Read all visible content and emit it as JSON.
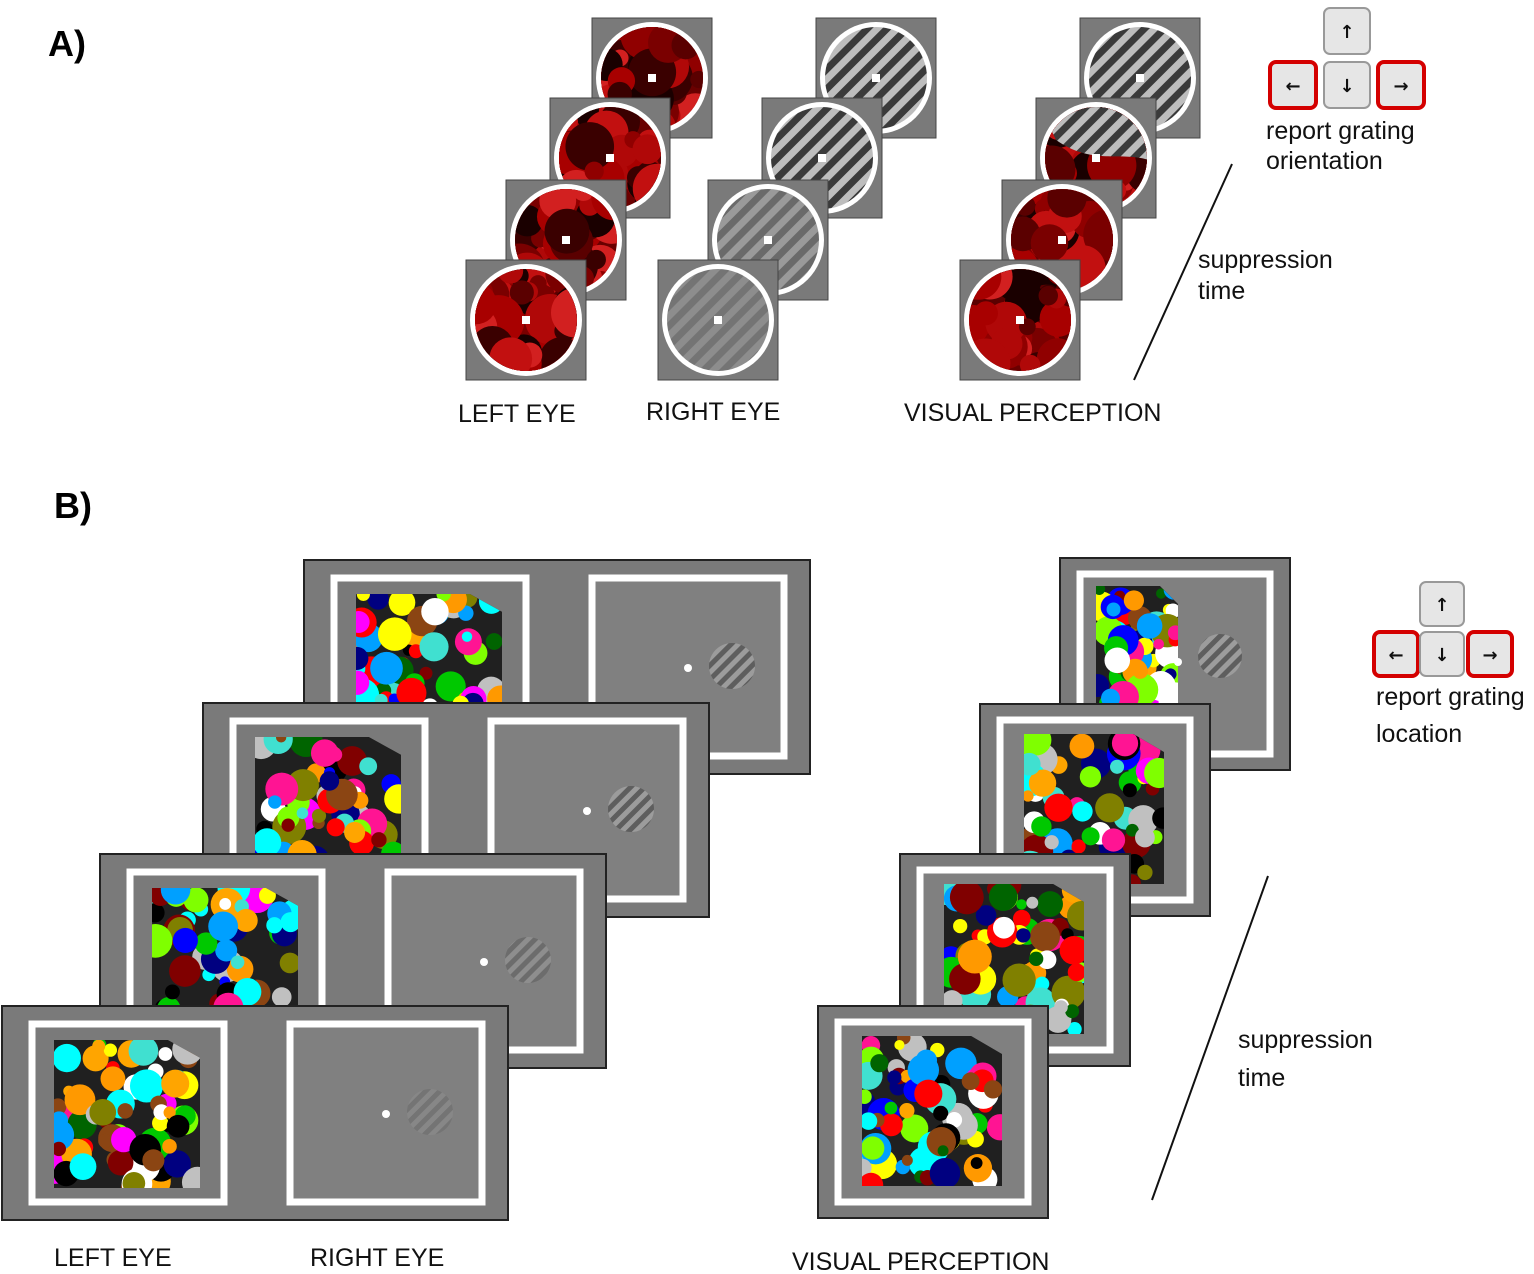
{
  "panel_a": {
    "letter": "A)",
    "captions": {
      "left_eye": "LEFT EYE",
      "right_eye": "RIGHT EYE",
      "visual_perception": "VISUAL PERCEPTION"
    },
    "side_label": [
      "suppression",
      "time"
    ],
    "response_label": [
      "report grating",
      "orientation"
    ],
    "keys": {
      "up": "↑",
      "left": "←",
      "down": "↓",
      "right": "→"
    }
  },
  "panel_b": {
    "letter": "B)",
    "captions": {
      "left_eye": "LEFT EYE",
      "right_eye": "RIGHT EYE",
      "visual_perception": "VISUAL PERCEPTION"
    },
    "side_label": [
      "suppression",
      "time"
    ],
    "response_label": [
      "report grating",
      "location"
    ],
    "keys": {
      "up": "↑",
      "left": "←",
      "down": "↓",
      "right": "→"
    }
  },
  "colors": {
    "frame_gray": "#7a7a7a",
    "panel_gray": "#808080",
    "mondrian_red": "#a80000",
    "key_highlight": "#d40000",
    "key_face": "#e6e6e6"
  }
}
